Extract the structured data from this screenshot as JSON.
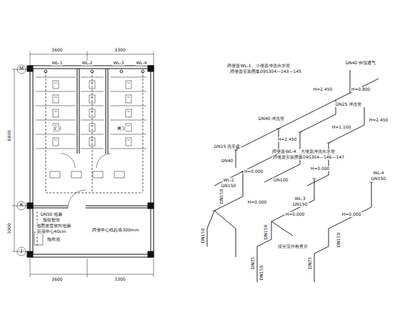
{
  "diagram": {
    "labels": [
      "M",
      "K",
      "J",
      "3600",
      "3300",
      "3600",
      "3300",
      "8400",
      "3000",
      "WL-1",
      "WL-2",
      "WL-3",
      "WL-4",
      "女卫",
      "男卫",
      "DN50 地漏",
      "预留套管",
      "地面坡度坡向地漏",
      "距墙中心40cm",
      "拖布池",
      "蹲便中心线距墙300mm",
      "蹲便器WL-1、小便器冲洗出水管",
      "蹲便器安装图集09S304—143—145",
      "DN40 伸顶通气",
      "H=2.450",
      "H=0.800",
      "DN25 冲洗管",
      "H=2.450",
      "H=1.100",
      "DN40 冲洗管",
      "H=2.450",
      "DN15 洗手盆",
      "蹲便器WL-4、大便器冲洗出水管",
      "蹲便器安装图集09S304—146—147",
      "DN40",
      "DN100",
      "H=0.000",
      "H=0.000",
      "DN150",
      "H=0.000",
      "WL-2",
      "DN150",
      "WL-3",
      "DN150",
      "WL-4",
      "DN150",
      "H=0.000",
      "H=0.000",
      "DN150",
      "DN150",
      "排至室外检查井",
      "DN75",
      "DN150",
      "DN75",
      "DN150"
    ]
  }
}
